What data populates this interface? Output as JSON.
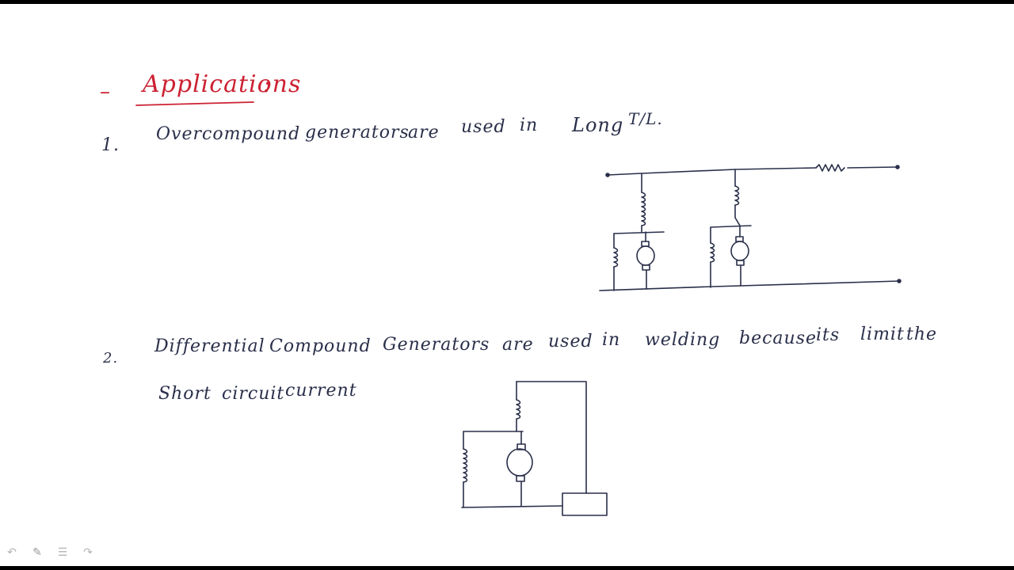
{
  "colors": {
    "ink": "#2a2f4a",
    "red_ink": "#cc2233",
    "page": "#ffffff"
  },
  "heading": {
    "dash": "–",
    "text": "Applications",
    "colon": ":"
  },
  "item1": {
    "number": "1.",
    "words": [
      "Overcompound",
      "generators",
      "are",
      "used",
      "in",
      "Long"
    ],
    "tl": "T/L."
  },
  "item2": {
    "number": "2.",
    "line1": [
      "Differential",
      "Compound",
      "Generators",
      "are",
      "used",
      "in",
      "welding",
      "because",
      "its",
      "limit",
      "the"
    ],
    "line2": [
      "Short",
      "circuit",
      "current"
    ]
  },
  "toolbar": {
    "icons": [
      "undo-arrow-icon",
      "pen-icon",
      "menu-icon",
      "redo-arrow-icon"
    ]
  }
}
